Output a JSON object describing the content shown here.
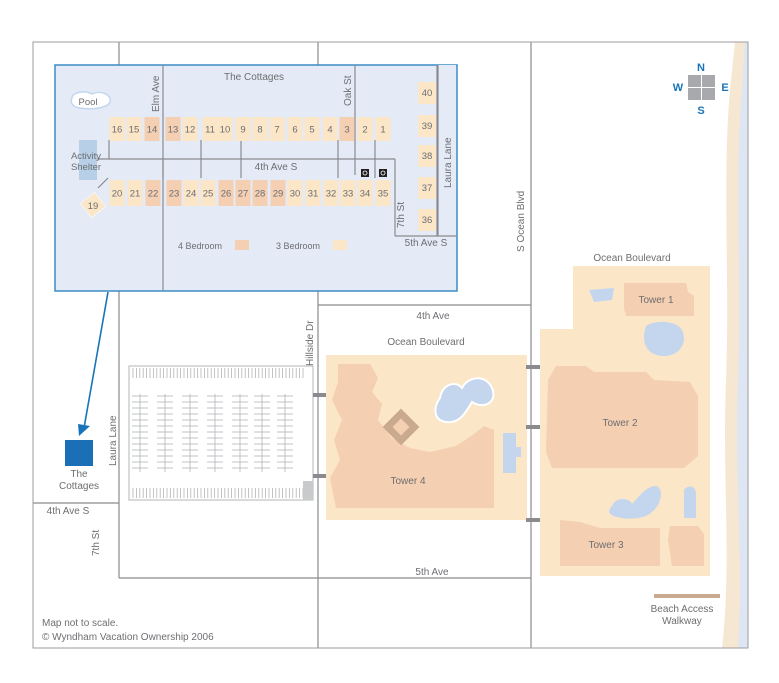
{
  "title": "The Cottages",
  "streets": {
    "elm_ave": "Elm Ave",
    "oak_st": "Oak St",
    "fourth_ave_s": "4th Ave S",
    "laura_lane": "Laura Lane",
    "seventh_st": "7th St",
    "fifth_ave_s": "5th Ave S",
    "s_ocean_blvd": "S Ocean Blvd",
    "ocean_boulevard": "Ocean Boulevard",
    "fourth_ave": "4th Ave",
    "hillside_dr": "Hillside Dr",
    "fifth_ave": "5th Ave"
  },
  "amenities": {
    "pool": "Pool",
    "activity": "Activity",
    "shelter": "Shelter",
    "tower1": "Tower 1",
    "tower2": "Tower 2",
    "tower3": "Tower 3",
    "tower4": "Tower 4",
    "beach1": "Beach Access",
    "beach2": "Walkway",
    "cottages1": "The",
    "cottages2": "Cottages"
  },
  "legend": {
    "four_bedroom": "4 Bedroom",
    "three_bedroom": "3 Bedroom",
    "four_bedroom_color": "#f5cfb2",
    "three_bedroom_color": "#fbe6c7"
  },
  "compass": {
    "n": "N",
    "s": "S",
    "e": "E",
    "w": "W"
  },
  "cottages": {
    "top_row": [
      {
        "n": "16",
        "type": "3"
      },
      {
        "n": "15",
        "type": "3"
      },
      {
        "n": "14",
        "type": "4"
      },
      {
        "n": "13",
        "type": "4"
      },
      {
        "n": "12",
        "type": "3"
      },
      {
        "n": "11",
        "type": "3"
      },
      {
        "n": "10",
        "type": "3"
      },
      {
        "n": "9",
        "type": "3"
      },
      {
        "n": "8",
        "type": "3"
      },
      {
        "n": "7",
        "type": "3"
      },
      {
        "n": "6",
        "type": "3"
      },
      {
        "n": "5",
        "type": "3"
      },
      {
        "n": "4",
        "type": "3"
      },
      {
        "n": "3",
        "type": "4"
      },
      {
        "n": "2",
        "type": "3"
      },
      {
        "n": "1",
        "type": "3"
      }
    ],
    "bottom_row": [
      {
        "n": "20",
        "type": "3"
      },
      {
        "n": "21",
        "type": "3"
      },
      {
        "n": "22",
        "type": "4"
      },
      {
        "n": "23",
        "type": "4"
      },
      {
        "n": "24",
        "type": "3"
      },
      {
        "n": "25",
        "type": "3"
      },
      {
        "n": "26",
        "type": "4"
      },
      {
        "n": "27",
        "type": "4"
      },
      {
        "n": "28",
        "type": "4"
      },
      {
        "n": "29",
        "type": "4"
      },
      {
        "n": "30",
        "type": "3"
      },
      {
        "n": "31",
        "type": "3"
      },
      {
        "n": "32",
        "type": "3"
      },
      {
        "n": "33",
        "type": "3"
      },
      {
        "n": "34",
        "type": "3",
        "accessible": true
      },
      {
        "n": "35",
        "type": "3",
        "accessible": true
      }
    ],
    "right_col": [
      {
        "n": "40",
        "type": "3"
      },
      {
        "n": "39",
        "type": "3"
      },
      {
        "n": "38",
        "type": "3"
      },
      {
        "n": "37",
        "type": "3"
      },
      {
        "n": "36",
        "type": "3"
      }
    ],
    "angled": {
      "n": "19",
      "type": "3"
    }
  },
  "footer": {
    "note": "Map not to scale.",
    "copyright": "© Wyndham Vacation Ownership 2006"
  },
  "colors": {
    "inset_bg": "#e4ebf7",
    "inset_border": "#3b8cc7",
    "property": "#fbe6c7",
    "building": "#f5cfb2",
    "water": "#c3d6ee",
    "road": "#8a8b8e",
    "marker": "#1a6fb6",
    "beach": "#f6e7d2"
  }
}
